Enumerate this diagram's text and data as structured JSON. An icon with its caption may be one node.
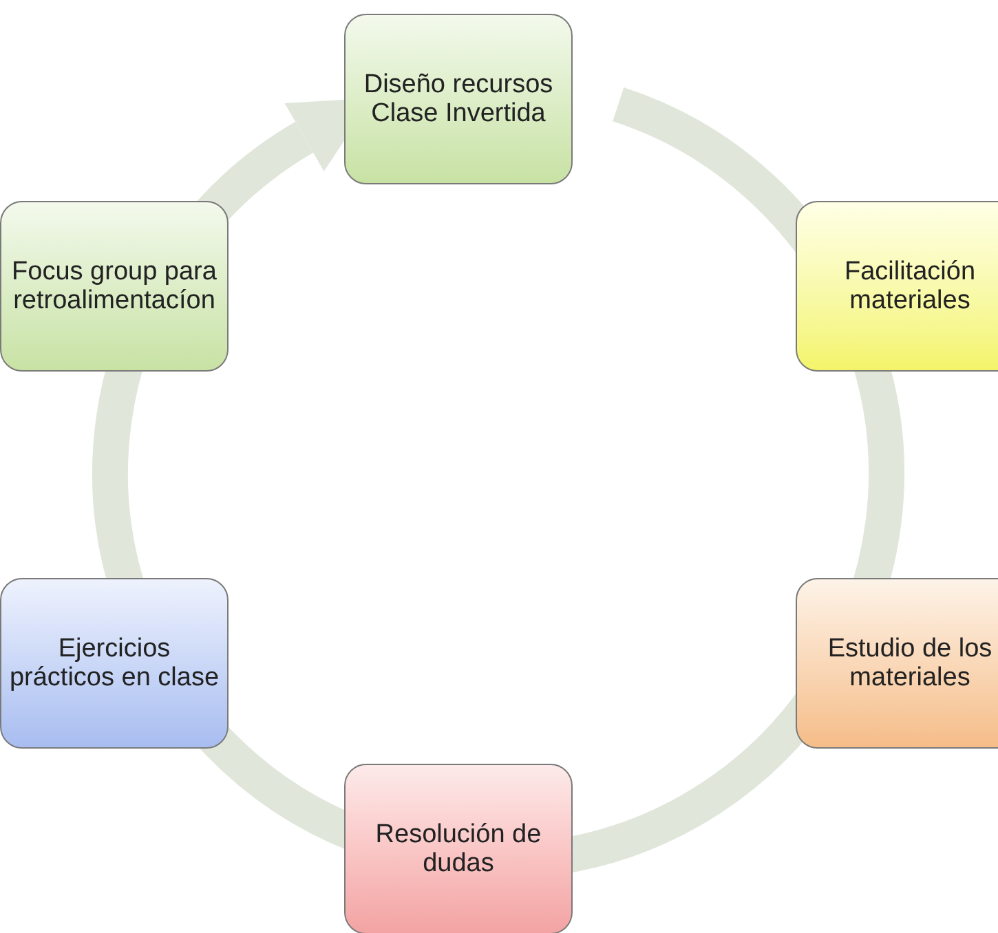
{
  "diagram": {
    "nodes": [
      {
        "text": [
          "Diseño recursos Clase Invertida"
        ]
      },
      {
        "text": [
          "Facilitación materiales"
        ]
      },
      {
        "text": [
          "Estudio de los materiales"
        ]
      },
      {
        "text": [
          "Resolución de dudas"
        ]
      },
      {
        "text": [
          "Ejercicios prácticos en clase"
        ]
      },
      {
        "text": [
          "Focus group para retroalimentacíon"
        ]
      }
    ]
  }
}
